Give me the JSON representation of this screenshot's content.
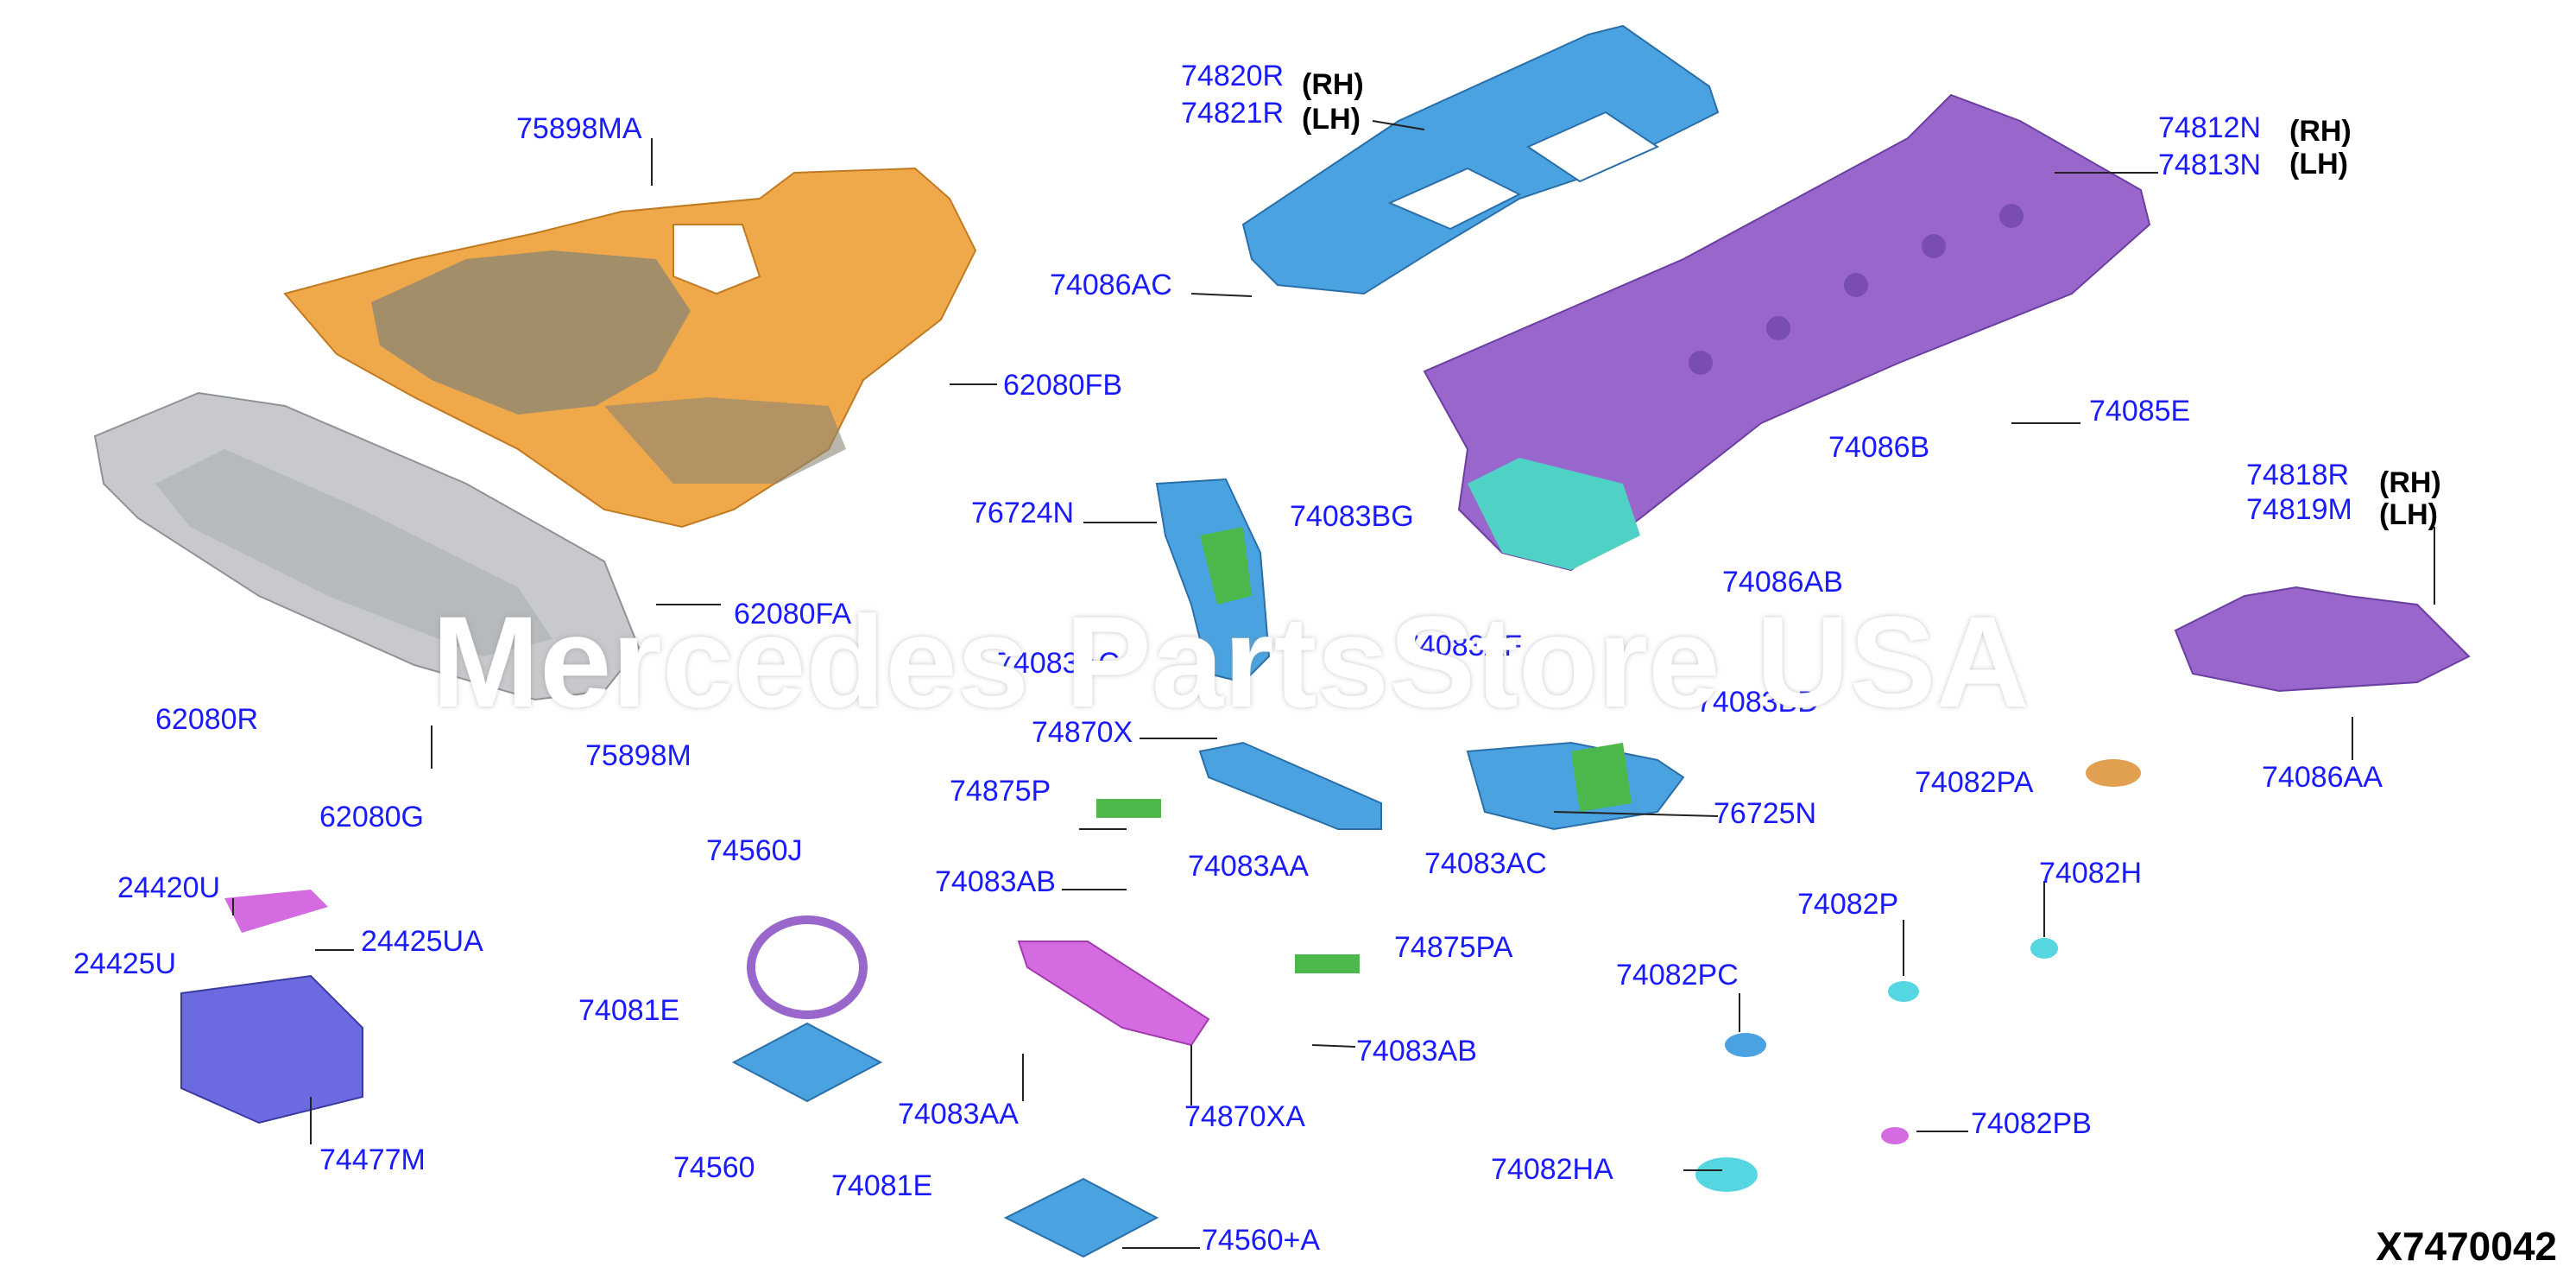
{
  "diagram_code": "X7470042",
  "watermark": "Mercedes PartsStore USA",
  "side_labels": {
    "rh": "(RH)",
    "lh": "(LH)"
  },
  "callouts": {
    "c75898MA": "75898MA",
    "c62080FB": "62080FB",
    "c62080FA": "62080FA",
    "c62080R": "62080R",
    "c62080G": "62080G",
    "c75898M": "75898M",
    "c74820R": "74820R",
    "c74821R": "74821R",
    "c74086AC": "74086AC",
    "c74812N": "74812N",
    "c74813N": "74813N",
    "c74085E": "74085E",
    "c74086B": "74086B",
    "c74086AB": "74086AB",
    "c74818R": "74818R",
    "c74819M": "74819M",
    "c76724N": "76724N",
    "c74083BG": "74083BG",
    "c74083AC_a": "74083AC",
    "c74083AF": "74083AF",
    "c74083BD": "74083BD",
    "c74870X": "74870X",
    "c74875P": "74875P",
    "c74083AB_a": "74083AB",
    "c74083AA_a": "74083AA",
    "c74083AC_b": "74083AC",
    "c76725N": "76725N",
    "c74082PA": "74082PA",
    "c74086AA": "74086AA",
    "c74560J": "74560J",
    "c74081E_a": "74081E",
    "c74560": "74560",
    "c74081E_b": "74081E",
    "c74560A": "74560+A",
    "c74083AA_b": "74083AA",
    "c74870XA": "74870XA",
    "c74875PA": "74875PA",
    "c74083AB_b": "74083AB",
    "c74082P": "74082P",
    "c74082H": "74082H",
    "c74082PC": "74082PC",
    "c74082PB": "74082PB",
    "c74082HA": "74082HA",
    "c24420U": "24420U",
    "c24425UA": "24425UA",
    "c24425U": "24425U",
    "c74477M": "74477M"
  },
  "colors": {
    "callout_text": "#1a1aff",
    "orange_shield": "#f0a94a",
    "grey_shield": "#c7c9cc",
    "blue_parts": "#4aa3e0",
    "purple_panel": "#9966cc",
    "magenta_parts": "#d46be0",
    "green_parts": "#4cb84c",
    "cyan_parts": "#56d6e0",
    "leader_line": "#222222"
  }
}
